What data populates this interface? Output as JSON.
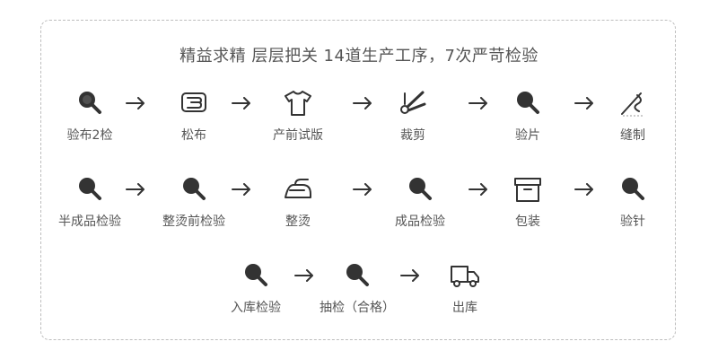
{
  "title": "精益求精 层层把关 14道生产工序，7次严苛检验",
  "rows": [
    [
      {
        "label": "验布2检",
        "icon": "magnifier-icon"
      },
      {
        "label": "松布",
        "icon": "fabric-roll-icon"
      },
      {
        "label": "产前试版",
        "icon": "tshirt-icon"
      },
      {
        "label": "裁剪",
        "icon": "scissors-icon"
      },
      {
        "label": "验片",
        "icon": "magnifier-icon"
      },
      {
        "label": "缝制",
        "icon": "needle-thread-icon"
      }
    ],
    [
      {
        "label": "半成品检验",
        "icon": "magnifier-icon"
      },
      {
        "label": "整烫前检验",
        "icon": "magnifier-icon"
      },
      {
        "label": "整烫",
        "icon": "iron-icon"
      },
      {
        "label": "成品检验",
        "icon": "magnifier-icon"
      },
      {
        "label": "包装",
        "icon": "box-icon"
      },
      {
        "label": "验针",
        "icon": "magnifier-icon"
      }
    ],
    [
      {
        "label": "入库检验",
        "icon": "magnifier-icon"
      },
      {
        "label": "抽检（合格）",
        "icon": "magnifier-icon"
      },
      {
        "label": "出库",
        "icon": "truck-icon"
      }
    ]
  ]
}
